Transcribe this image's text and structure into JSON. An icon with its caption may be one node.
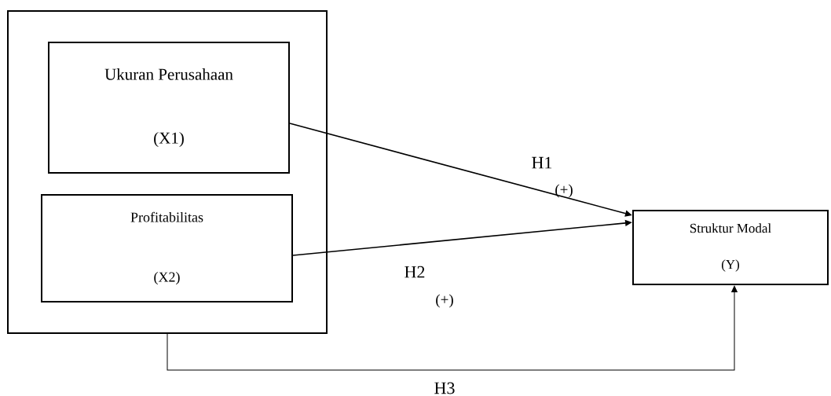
{
  "diagram": {
    "nodes": [
      {
        "text": [],
        "shape": "box"
      },
      {
        "text": [
          "Ukuran Perusahaan",
          "(X1)"
        ],
        "in": 0
      },
      {
        "text": [
          "Profitabilitas",
          "(X2)"
        ],
        "in": 0
      },
      {
        "text": [
          "Struktur Modal",
          "(Y)"
        ]
      }
    ],
    "edges": [
      {
        "from": 1,
        "to": 3,
        "arrow": "to",
        "label": "H1"
      },
      {
        "from": 2,
        "to": 3,
        "arrow": "to",
        "label": "H2"
      },
      {
        "from": 0,
        "to": 3,
        "arrow": "to",
        "label": "H3"
      }
    ],
    "labels": [
      "(+)",
      "(+)"
    ]
  }
}
